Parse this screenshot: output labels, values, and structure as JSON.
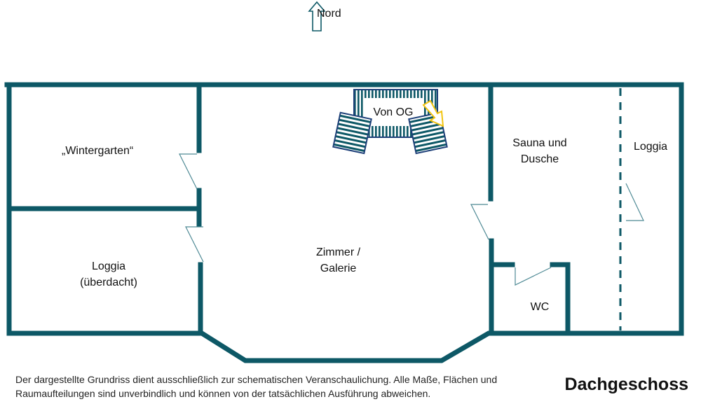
{
  "north": {
    "label": "Nord"
  },
  "rooms": {
    "wintergarten": "„Wintergarten“",
    "loggia_left_1": "Loggia",
    "loggia_left_2": "(überdacht)",
    "zimmer_1": "Zimmer /",
    "zimmer_2": "Galerie",
    "sauna_1": "Sauna und",
    "sauna_2": "Dusche",
    "loggia_right": "Loggia",
    "wc": "WC"
  },
  "stairs": {
    "label": "Von OG"
  },
  "disclaimer": {
    "line1": "Der dargestellte Grundriss dient ausschließlich zur schematischen Veranschaulichung. Alle Maße, Flächen und",
    "line2": "Raumaufteilungen sind unverbindlich und können von der tatsächlichen Ausführung abweichen."
  },
  "floor_title": "Dachgeschoss",
  "colors": {
    "wall": "#0d5866",
    "arrow": "#f2c40f"
  }
}
